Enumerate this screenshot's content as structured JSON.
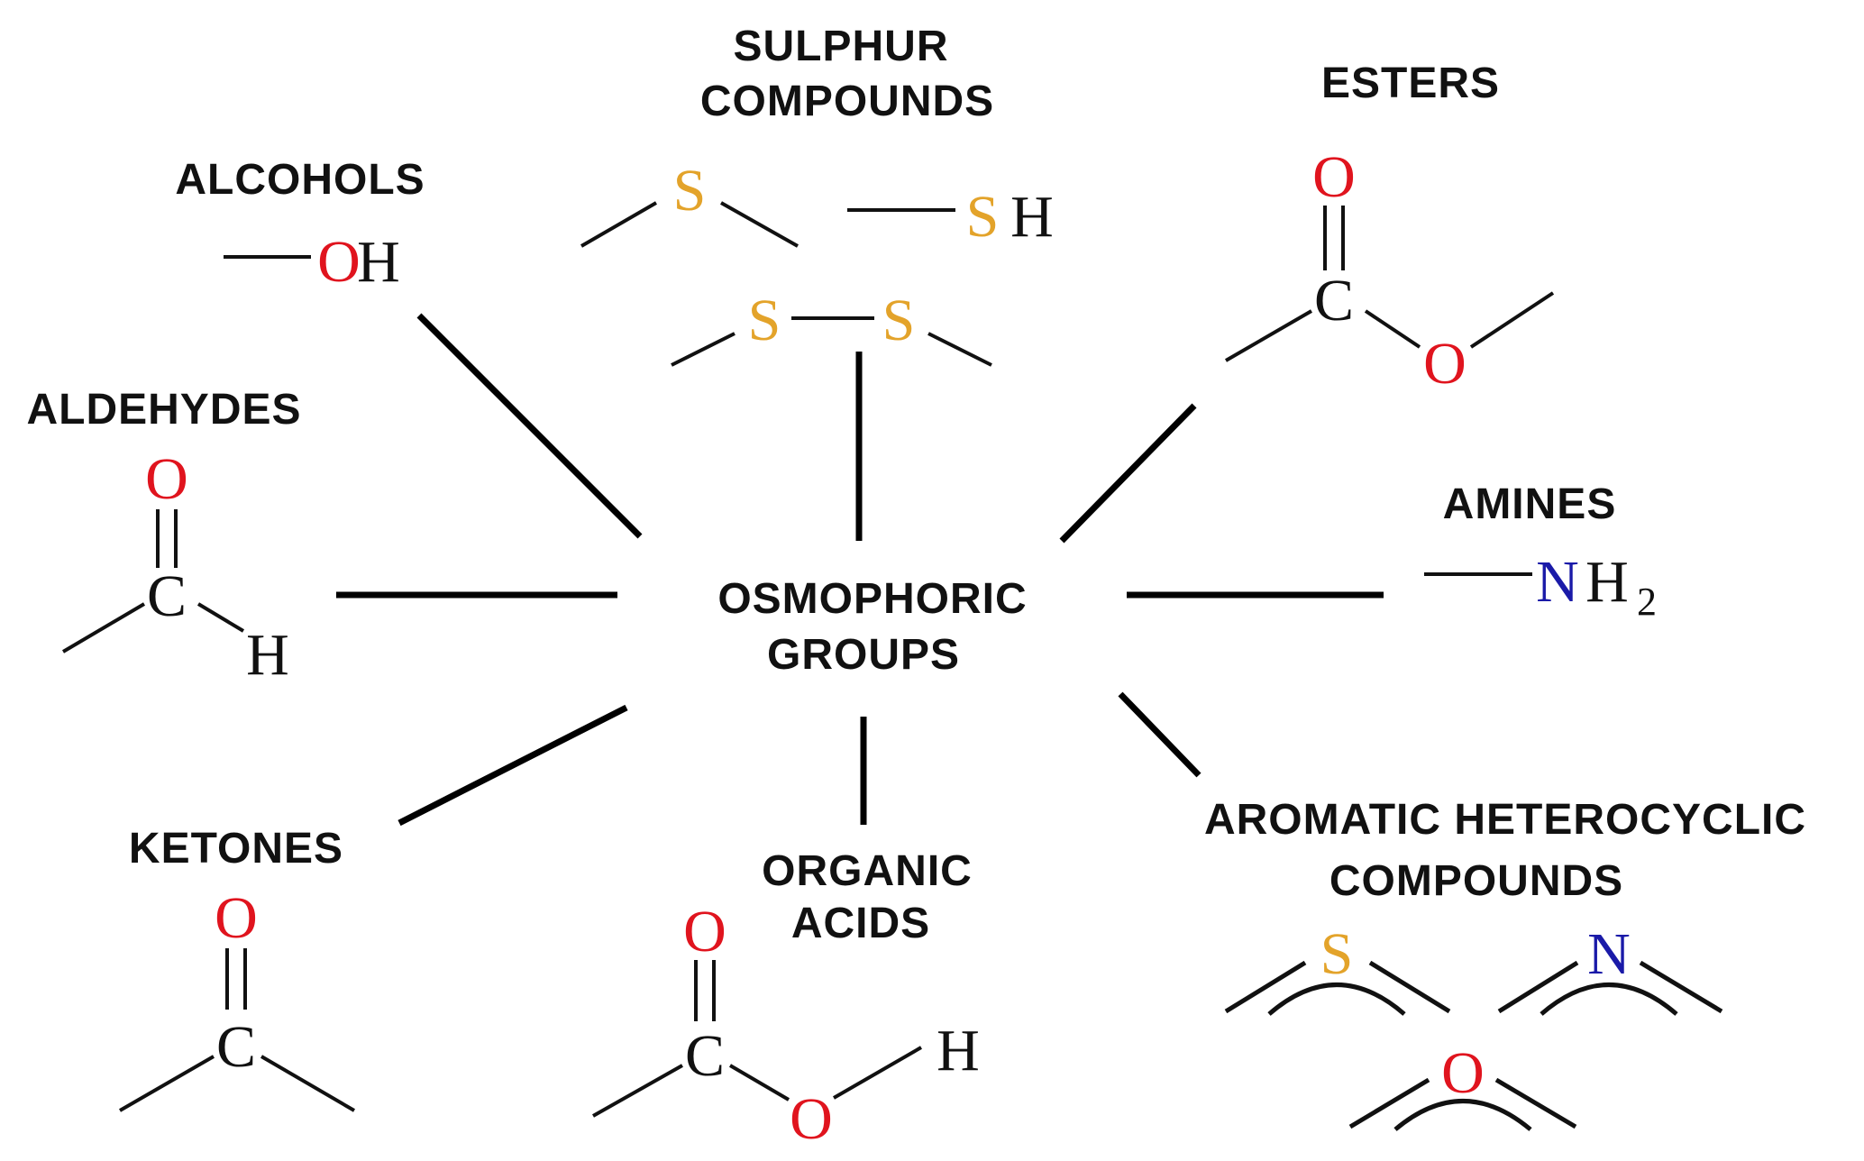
{
  "center": {
    "line1": "OSMOPHORIC",
    "line2": "GROUPS"
  },
  "groups": {
    "sulphur": {
      "line1": "SULPHUR",
      "line2": "COMPOUNDS"
    },
    "esters": {
      "label": "ESTERS"
    },
    "alcohols": {
      "label": "ALCOHOLS"
    },
    "aldehydes": {
      "label": "ALDEHYDES"
    },
    "amines": {
      "label": "AMINES"
    },
    "ketones": {
      "label": "KETONES"
    },
    "organic_acids": {
      "line1": "ORGANIC",
      "line2": "ACIDS"
    },
    "aromatic": {
      "line1": "AROMATIC HETEROCYCLIC",
      "line2": "COMPOUNDS"
    }
  },
  "atoms": {
    "O": "O",
    "H": "H",
    "C": "C",
    "S": "S",
    "N": "N",
    "sub2": "2"
  },
  "colors": {
    "oxygen": "#e0141e",
    "sulphur": "#e3a32a",
    "nitrogen": "#1a1aa8",
    "carbon_hydrogen": "#111111",
    "lines": "#000000"
  }
}
